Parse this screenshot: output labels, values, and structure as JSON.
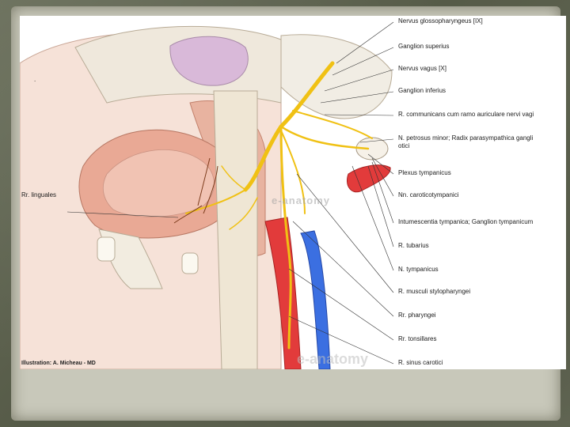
{
  "labels": {
    "glossopharyngeus": "Nervus glossopharyngeus [IX]",
    "ganglion_superius": "Ganglion superius",
    "vagus": "Nervus vagus [X]",
    "ganglion_inferius": "Ganglion inferius",
    "communicans": "R. communicans cum ramo auriculare nervi vagi",
    "petrosus_minor": "N. petrosus minor; Radix parasympathica gangli otici",
    "plexus_tympanicus": "Plexus tympanicus",
    "caroticotympanici": "Nn. caroticotympanici",
    "intumescentia": "Intumescentia tympanica; Ganglion tympanicum",
    "tubarius": "R. tubarius",
    "n_tympanicus": "N. tympanicus",
    "musculi": "R. musculi stylopharyngei",
    "pharyngei": "Rr. pharyngei",
    "tonsillares": "Rr. tonsillares",
    "sinus": "R. sinus carotici",
    "linguales": "Rr. linguales"
  },
  "credit": "Illustration: A. Micheau - MD",
  "watermark": "e-anatomy",
  "watermark2": "e-anatomy",
  "dot": ".",
  "colors": {
    "nerve": "#f2c318",
    "artery": "#e43a3a",
    "vein": "#3a6fe0",
    "tissue": "#f3d8cc",
    "muscle": "#e2a48e",
    "brain": "#d8b6d6",
    "bone": "#ece6d8"
  }
}
